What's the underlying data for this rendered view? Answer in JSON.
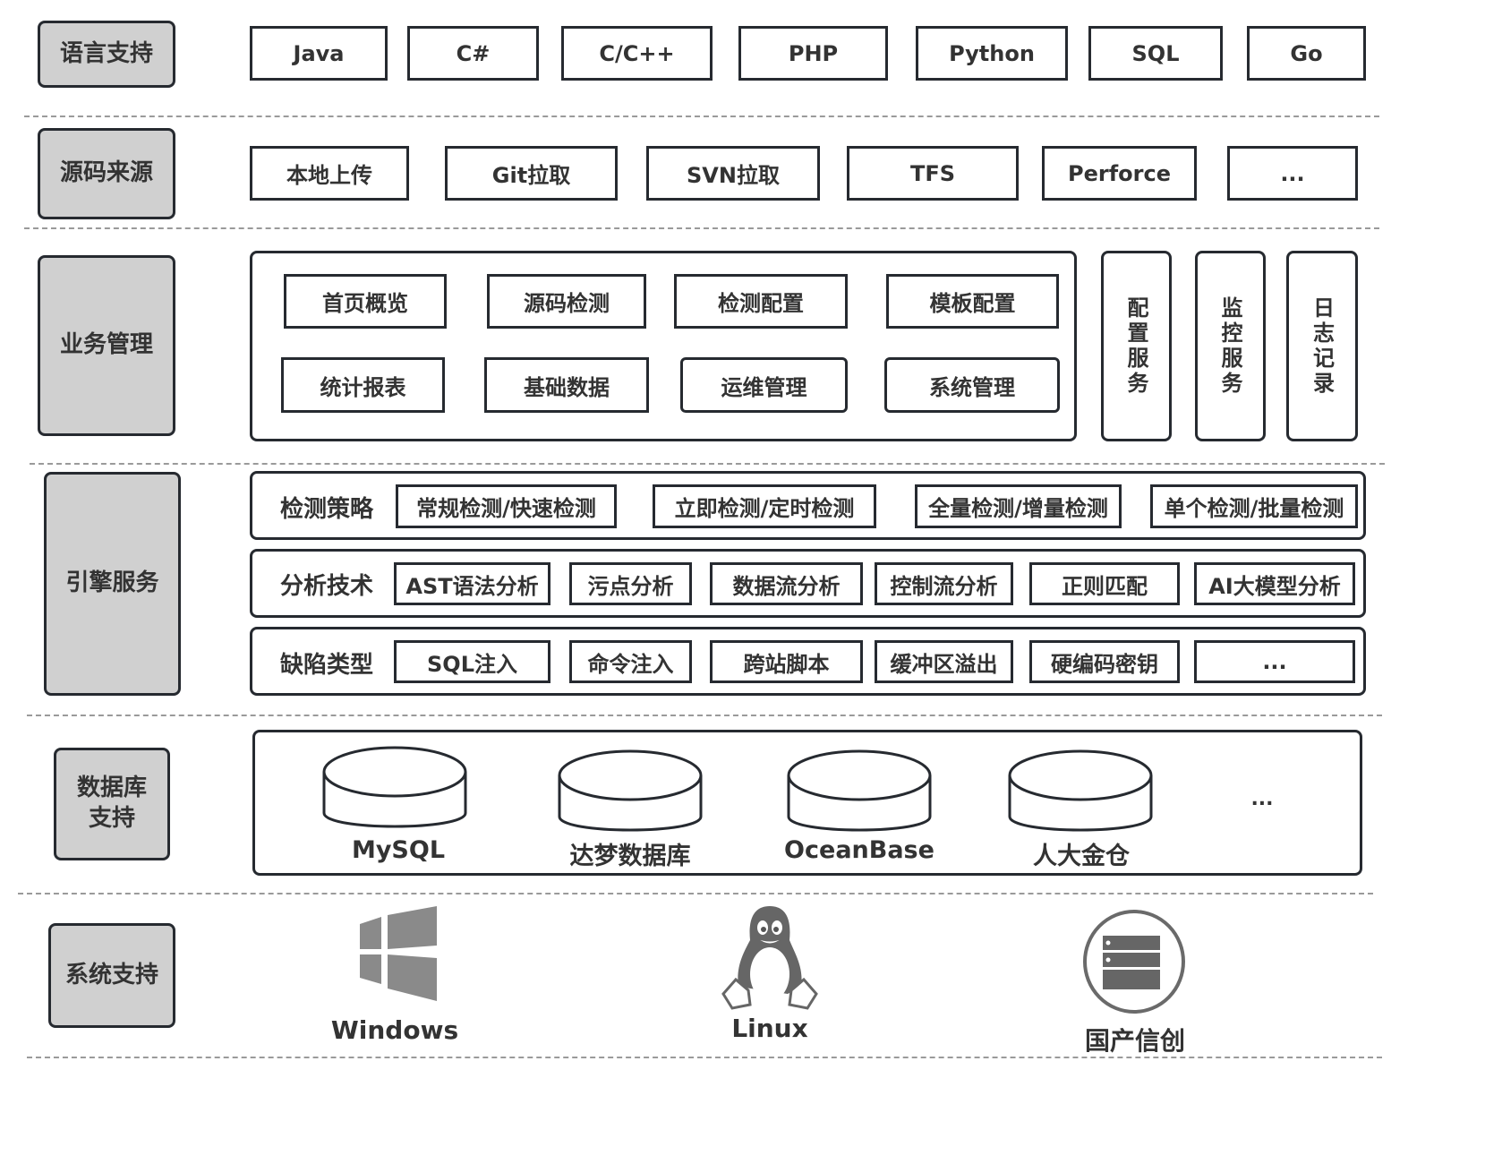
{
  "layers": {
    "language": {
      "label": "语言支持",
      "items": [
        "Java",
        "C#",
        "C/C++",
        "PHP",
        "Python",
        "SQL",
        "Go"
      ]
    },
    "source": {
      "label": "源码来源",
      "items": [
        "本地上传",
        "Git拉取",
        "SVN拉取",
        "TFS",
        "Perforce",
        "..."
      ]
    },
    "business": {
      "label": "业务管理",
      "modules": [
        "首页概览",
        "源码检测",
        "检测配置",
        "模板配置",
        "统计报表",
        "基础数据",
        "运维管理",
        "系统管理"
      ],
      "services": [
        "配置服务",
        "监控服务",
        "日志记录"
      ]
    },
    "engine": {
      "label": "引擎服务",
      "rows": [
        {
          "label": "检测策略",
          "items": [
            "常规检测/快速检测",
            "立即检测/定时检测",
            "全量检测/增量检测",
            "单个检测/批量检测"
          ]
        },
        {
          "label": "分析技术",
          "items": [
            "AST语法分析",
            "污点分析",
            "数据流分析",
            "控制流分析",
            "正则匹配",
            "AI大模型分析"
          ]
        },
        {
          "label": "缺陷类型",
          "items": [
            "SQL注入",
            "命令注入",
            "跨站脚本",
            "缓冲区溢出",
            "硬编码密钥",
            "..."
          ]
        }
      ]
    },
    "database": {
      "label": "数据库支持",
      "items": [
        "MySQL",
        "达梦数据库",
        "OceanBase",
        "人大金仓"
      ],
      "more": "..."
    },
    "system": {
      "label": "系统支持",
      "items": [
        {
          "name": "Windows",
          "icon": "windows-logo-icon"
        },
        {
          "name": "Linux",
          "icon": "linux-penguin-icon"
        },
        {
          "name": "国产信创",
          "icon": "server-icon"
        }
      ]
    }
  },
  "colors": {
    "label_fill": "#d0d0d0",
    "border": "#262a30",
    "text": "#333333",
    "divider": "#9a9a9a",
    "icon_gray": "#8a8a8a"
  }
}
